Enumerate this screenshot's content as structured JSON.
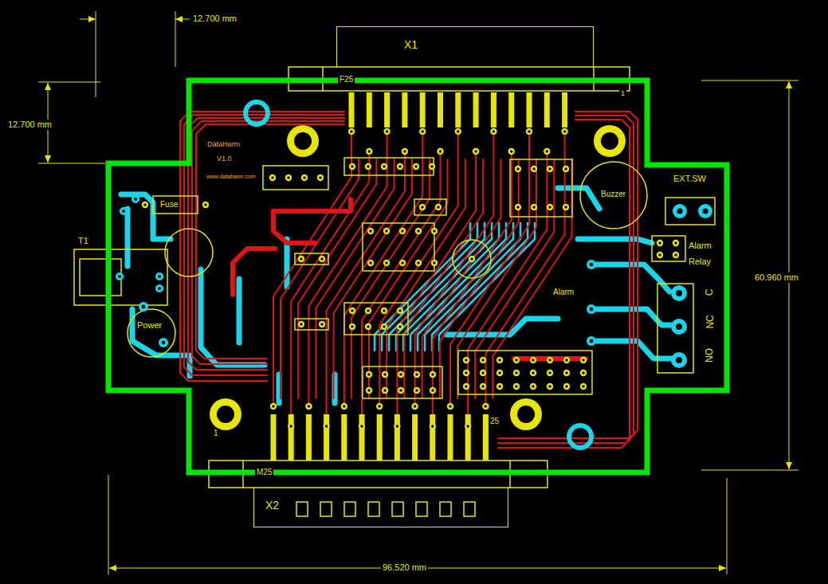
{
  "diagram": {
    "nodes": [
      {
        "text": [
          "X1"
        ]
      },
      {
        "text": [
          "X2"
        ]
      }
    ],
    "labels": [
      "12.700 mm",
      "12.700 mm",
      "F25",
      "1",
      "DataHarm",
      "V1.0",
      "www.dataharm.com",
      "Fuse",
      "T1",
      "Power",
      "EXT.SW",
      "Buzzer",
      "Alarm",
      "Relay",
      "C",
      "NC",
      "NO",
      "Alarm",
      "60.960 mm",
      "96.520 mm",
      "M25",
      "25",
      "1"
    ]
  }
}
